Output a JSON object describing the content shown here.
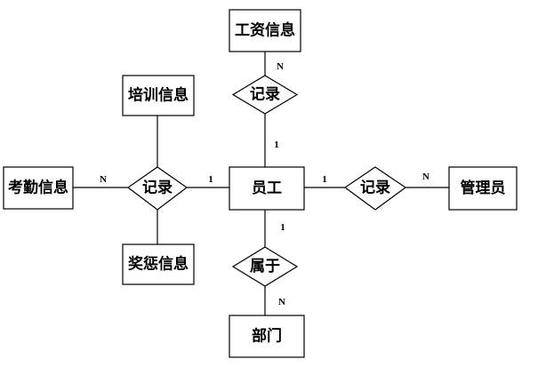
{
  "entities": {
    "employee": "员工",
    "salary": "工资信息",
    "training": "培训信息",
    "attendance": "考勤信息",
    "reward": "奖惩信息",
    "department": "部门",
    "manager": "管理员"
  },
  "relations": {
    "salary": "记录",
    "attendance": "记录",
    "manager": "记录",
    "department": "属于"
  },
  "cardinalities": {
    "salary_n": "N",
    "salary_1": "1",
    "attendance_n": "N",
    "attendance_1": "1",
    "manager_1": "1",
    "manager_n": "N",
    "department_1": "1",
    "department_n": "N"
  },
  "colors": {
    "stroke": "#000000",
    "fill": "#ffffff"
  }
}
